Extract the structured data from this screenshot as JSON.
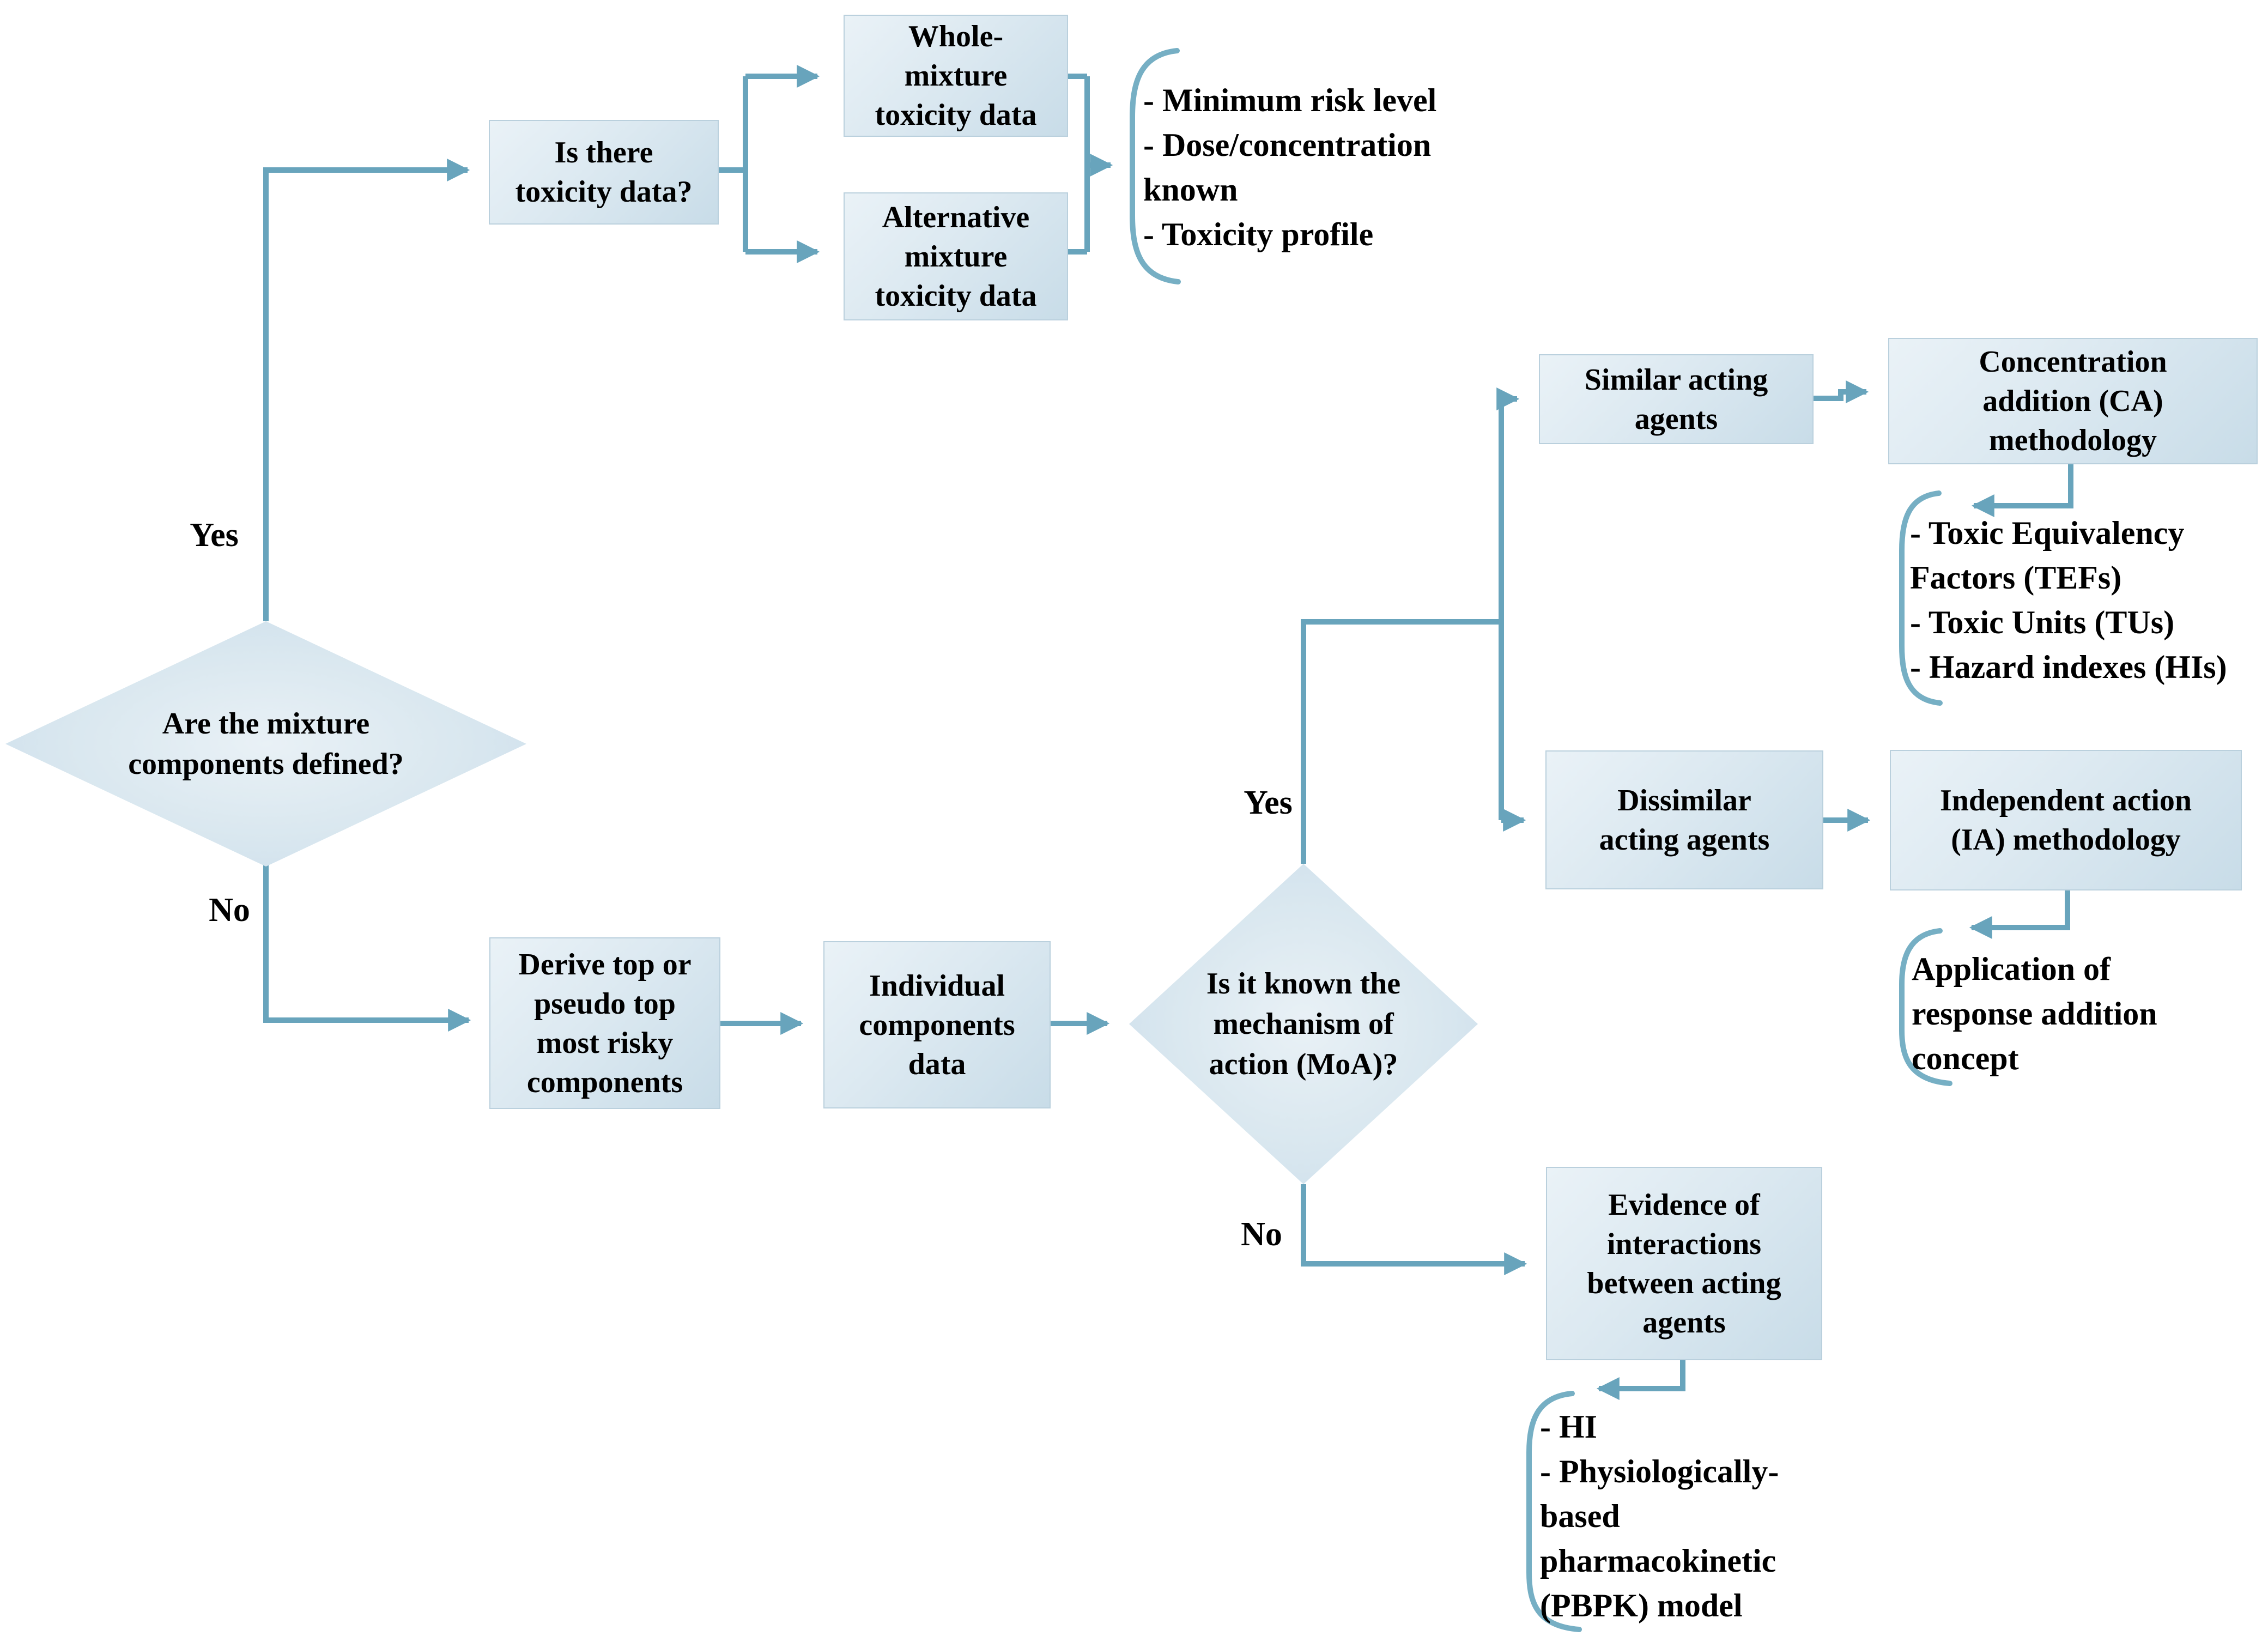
{
  "flowchart": {
    "decisions": {
      "components_defined": {
        "label": "Are the mixture\ncomponents defined?"
      },
      "moa_known": {
        "label": "Is it known the\nmechanism of\naction (MoA)?"
      }
    },
    "boxes": {
      "toxicity_question": {
        "label": "Is there\ntoxicity data?"
      },
      "whole_mixture": {
        "label": "Whole-\nmixture\ntoxicity data"
      },
      "alternative_mixture": {
        "label": "Alternative\nmixture\ntoxicity data"
      },
      "derive_components": {
        "label": "Derive top or\npseudo top\nmost risky\ncomponents"
      },
      "individual_components": {
        "label": "Individual\ncomponents\ndata"
      },
      "similar_agents": {
        "label": "Similar acting\nagents"
      },
      "dissimilar_agents": {
        "label": "Dissimilar\nacting agents"
      },
      "ca_methodology": {
        "label": "Concentration\naddition (CA)\nmethodology"
      },
      "ia_methodology": {
        "label": "Independent action\n(IA) methodology"
      },
      "evidence_interactions": {
        "label": "Evidence of\ninteractions\nbetween acting\nagents"
      }
    },
    "edge_labels": {
      "yes1": "Yes",
      "no1": "No",
      "yes2": "Yes",
      "no2": "No"
    },
    "lists": {
      "mixture_data_outputs": {
        "text": "- Minimum risk level\n- Dose/concentration\nknown\n- Toxicity profile"
      },
      "ca_tools": {
        "text": "- Toxic Equivalency\nFactors (TEFs)\n- Toxic Units (TUs)\n- Hazard indexes (HIs)"
      },
      "ia_tools": {
        "text": "Application of\nresponse addition\nconcept"
      },
      "interaction_tools": {
        "text": "- HI\n- Physiologically-\nbased\npharmacokinetic\n(PBPK) model"
      }
    },
    "colors": {
      "line": "#68a4bc",
      "bracket": "#76afc4",
      "box_gradient_light": "#eaf2f7",
      "box_gradient_dark": "#c8dce8",
      "text": "#000000",
      "background": "#ffffff"
    }
  }
}
